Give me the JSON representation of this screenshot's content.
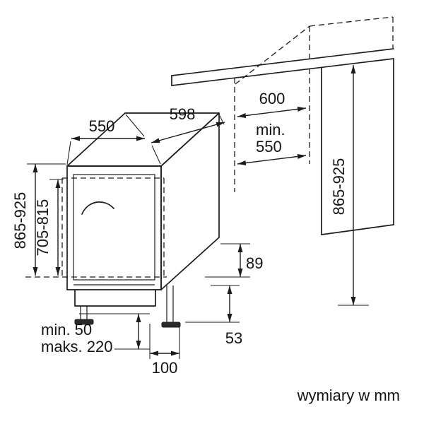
{
  "style": {
    "line_color": "#1c1c1c",
    "text_color": "#141414",
    "background": "#ffffff"
  },
  "footer": {
    "units_note": "wymiary w mm"
  },
  "dimensions": {
    "top_depth": "550",
    "top_width": "598",
    "worktop_depth": "600",
    "niche_depth": {
      "line1": "min.",
      "line2": "550"
    },
    "appliance_height": "865-925",
    "door_panel_height": "705-815",
    "niche_height": "865-925",
    "base_rear_height": "89",
    "rear_clearance": "53",
    "foot_depth": "100",
    "plinth": {
      "line1": "min. 50",
      "line2": "maks. 220"
    }
  }
}
